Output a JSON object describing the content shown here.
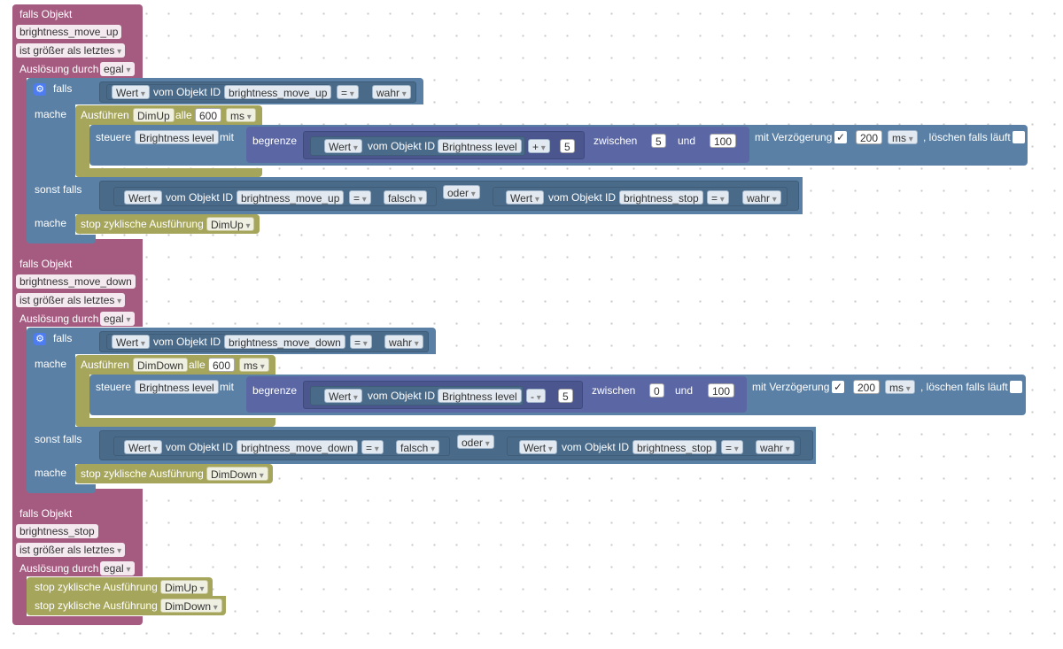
{
  "labels": {
    "falls_objekt": "falls Objekt",
    "ist_groesser": "ist größer als letztes",
    "ausloesung": "Auslösung durch",
    "egal": "egal",
    "falls": "falls",
    "sonst_falls": "sonst falls",
    "mache": "mache",
    "wert": "Wert",
    "vom_objekt_id": "vom Objekt ID",
    "eq": "=",
    "wahr": "wahr",
    "falsch": "falsch",
    "oder": "oder",
    "ausfuehren": "Ausführen",
    "alle": "alle",
    "ms": "ms",
    "steuere": "steuere",
    "mit": "mit",
    "begrenze": "begrenze",
    "zwischen": "zwischen",
    "und": "und",
    "mit_verzoegerung": "mit Verzögerung",
    "check": "✓",
    "loeschen": ", löschen falls läuft",
    "stop_zyklisch": "stop zyklische Ausführung",
    "gear": "⚙"
  },
  "blocks": [
    {
      "object": "brightness_move_up",
      "timer": "DimUp",
      "interval": "600",
      "target": "Brightness level",
      "op": "+",
      "operand": "5",
      "min": "5",
      "max": "100",
      "delay": "200",
      "condition_object": "brightness_move_up",
      "stop_object": "brightness_stop"
    },
    {
      "object": "brightness_move_down",
      "timer": "DimDown",
      "interval": "600",
      "target": "Brightness level",
      "op": "-",
      "operand": "5",
      "min": "0",
      "max": "100",
      "delay": "200",
      "condition_object": "brightness_move_down",
      "stop_object": "brightness_stop"
    },
    {
      "object": "brightness_stop",
      "stop1": "DimUp",
      "stop2": "DimDown"
    }
  ]
}
